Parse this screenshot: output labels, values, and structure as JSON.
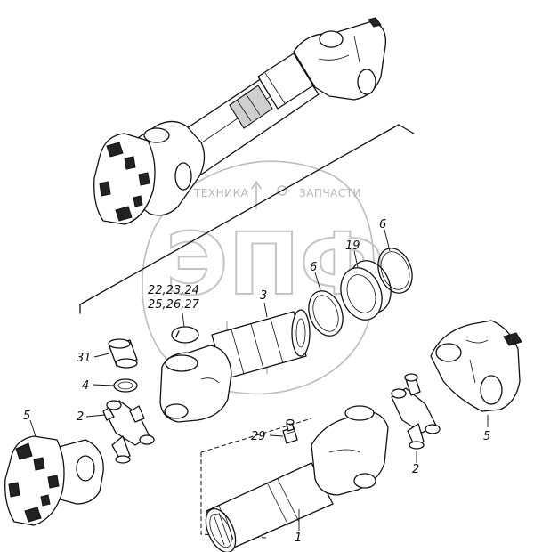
{
  "watermark": {
    "left_text": "ТЕХНИКА",
    "right_text": "ЗАПЧАСТИ",
    "monogram": "ЭПФ"
  },
  "callouts": [
    {
      "id": "c-31",
      "text": "31"
    },
    {
      "id": "c-4",
      "text": "4"
    },
    {
      "id": "c-2-left",
      "text": "2"
    },
    {
      "id": "c-5-left",
      "text": "5"
    },
    {
      "id": "c-22",
      "text": "22,23,24"
    },
    {
      "id": "c-25",
      "text": "25,26,27"
    },
    {
      "id": "c-3",
      "text": "3"
    },
    {
      "id": "c-6-inner",
      "text": "6"
    },
    {
      "id": "c-19",
      "text": "19"
    },
    {
      "id": "c-6-outer",
      "text": "6"
    },
    {
      "id": "c-29",
      "text": "29"
    },
    {
      "id": "c-2-right",
      "text": "2"
    },
    {
      "id": "c-5-right",
      "text": "5"
    },
    {
      "id": "c-1",
      "text": "1"
    }
  ]
}
